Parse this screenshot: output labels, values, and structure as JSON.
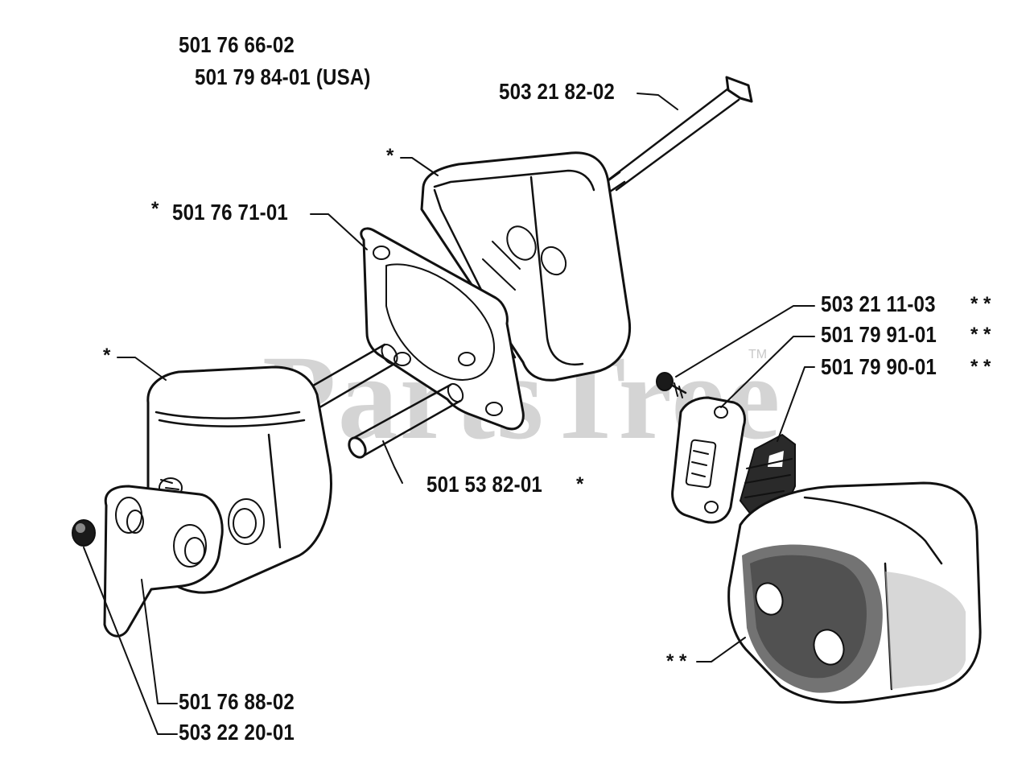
{
  "watermark": {
    "text": "PartsTree",
    "tm": "TM"
  },
  "labels": {
    "assy_main": "501 76 66-02",
    "assy_usa": "501 79 84-01 (USA)",
    "bolt": "503 21 82-02",
    "gasket": "501 76 71-01",
    "gasket_star": "*",
    "tube": "501 53 82-01",
    "tube_star": "*",
    "screw_usa": "503 21 11-03",
    "screw_usa_star": "* *",
    "plate_usa": "501 79 91-01",
    "plate_usa_star": "* *",
    "screen_usa": "501 79 90-01",
    "screen_usa_star": "* *",
    "plate": "501 76 88-02",
    "nut": "503 22 20-01",
    "rear_muffler_star": "*",
    "front_muffler_star": "*",
    "usa_muffler_star": "* *"
  }
}
